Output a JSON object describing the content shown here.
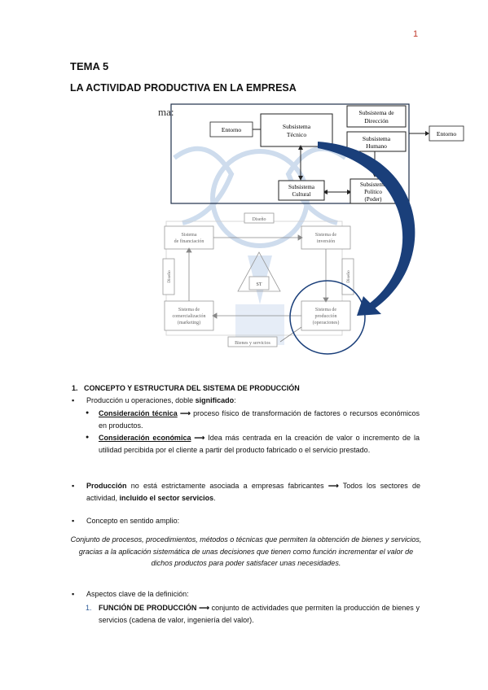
{
  "page_number": "1",
  "tema": "TEMA 5",
  "titulo": "LA ACTIVIDAD PRODUCTIVA EN LA EMPRESA",
  "figure": {
    "top": {
      "corner_text": "ma:",
      "entorno_left": "Entorno",
      "subsistema_tecnico": [
        "Subsistema",
        "Técnico"
      ],
      "subsistema_direccion": [
        "Subsistema de",
        "Dirección"
      ],
      "subsistema_humano": [
        "Subsistema",
        "Humano"
      ],
      "subsistema_cultural": [
        "Subsistema",
        "Cultural"
      ],
      "subsistema_politico": [
        "Subsistema",
        "Político",
        "(Poder)"
      ],
      "entorno_right": "Entorno"
    },
    "bottom": {
      "diseno_top": "Diseño",
      "sistema_financiacion": [
        "Sistema",
        "de financiación"
      ],
      "sistema_inversion": [
        "Sistema de",
        "inversión"
      ],
      "diseno_left": "Diseño",
      "diseno_right": "Diseño",
      "st": "ST",
      "sistema_comercializacion": [
        "Sistema de",
        "comercialización",
        "(marketing)"
      ],
      "sistema_produccion": [
        "Sistema de",
        "producción",
        "(operaciones)"
      ],
      "bienes_servicios": "Bienes y servicios"
    }
  },
  "section1": {
    "number": "1.",
    "title": "CONCEPTO Y ESTRUCTURA DEL SISTEMA DE PRODUCCIÓN"
  },
  "bullet1": {
    "text_a": "Producción u operaciones, doble ",
    "text_b": "significado",
    "text_c": ":"
  },
  "consideracion_tecnica": {
    "label": "Consideración técnica",
    "arrow": "⟶",
    "text": " proceso físico de transformación de factores o recursos económicos en productos."
  },
  "consideracion_economica": {
    "label": "Consideración económica",
    "arrow": "⟶",
    "text": " Idea más centrada en la creación de valor o incremento de la utilidad percibida por el cliente a partir del producto fabricado o el servicio prestado."
  },
  "bullet2": {
    "bold_a": "Producción",
    "text_a": " no está estrictamente asociada a empresas fabricantes ",
    "arrow": "⟶",
    "text_b": " Todos los sectores de actividad, ",
    "bold_b": "incluido el sector servicios",
    "text_c": "."
  },
  "bullet3": {
    "text": "Concepto en sentido amplio:"
  },
  "definition": "Conjunto de procesos, procedimientos, métodos o técnicas que permiten la obtención de bienes y servicios, gracias a la aplicación sistemática de unas decisiones que tienen como función incrementar el valor de dichos productos para poder satisfacer unas necesidades.",
  "bullet4": {
    "text": "Aspectos clave de la definición:"
  },
  "item1": {
    "number": "1.",
    "bold": "FUNCIÓN DE PRODUCCIÓN",
    "arrow": "⟶",
    "text": " conjunto de actividades que permiten la producción de bienes y servicios (cadena de valor, ingeniería del valor)."
  },
  "colors": {
    "accent_blue": "#1a3f7a",
    "watermark": "#c9d9ec",
    "page_number": "#c0392b"
  }
}
